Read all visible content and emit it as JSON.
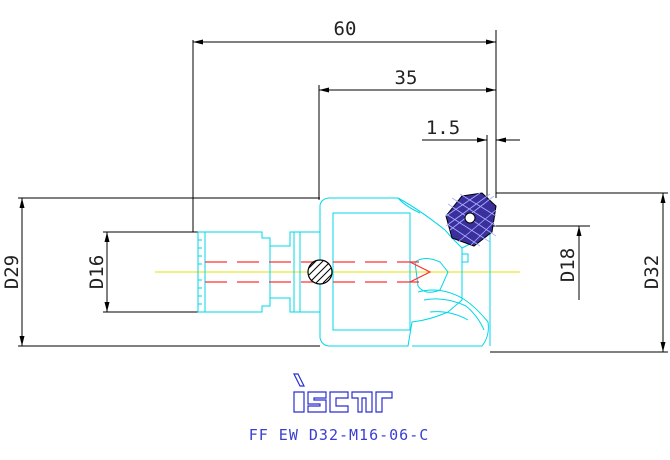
{
  "dimensions": {
    "overall_length": "60",
    "body_length": "35",
    "insert_offset": "1.5",
    "shank_diameter_outer": "D29",
    "shank_diameter_inner": "D16",
    "cutting_diameter_small": "D18",
    "cutting_diameter_large": "D32"
  },
  "logo": {
    "brand": "iscar"
  },
  "caption": {
    "part_number": "FF EW D32-M16-06-C"
  },
  "colors": {
    "dimension_lines": "#000000",
    "part_outline": "#00d7e8",
    "hidden_lines": "#ff3030",
    "center_axis": "#e6e000",
    "insert_fill": "#3b2f9e",
    "caption_text": "#3a3fd0"
  }
}
